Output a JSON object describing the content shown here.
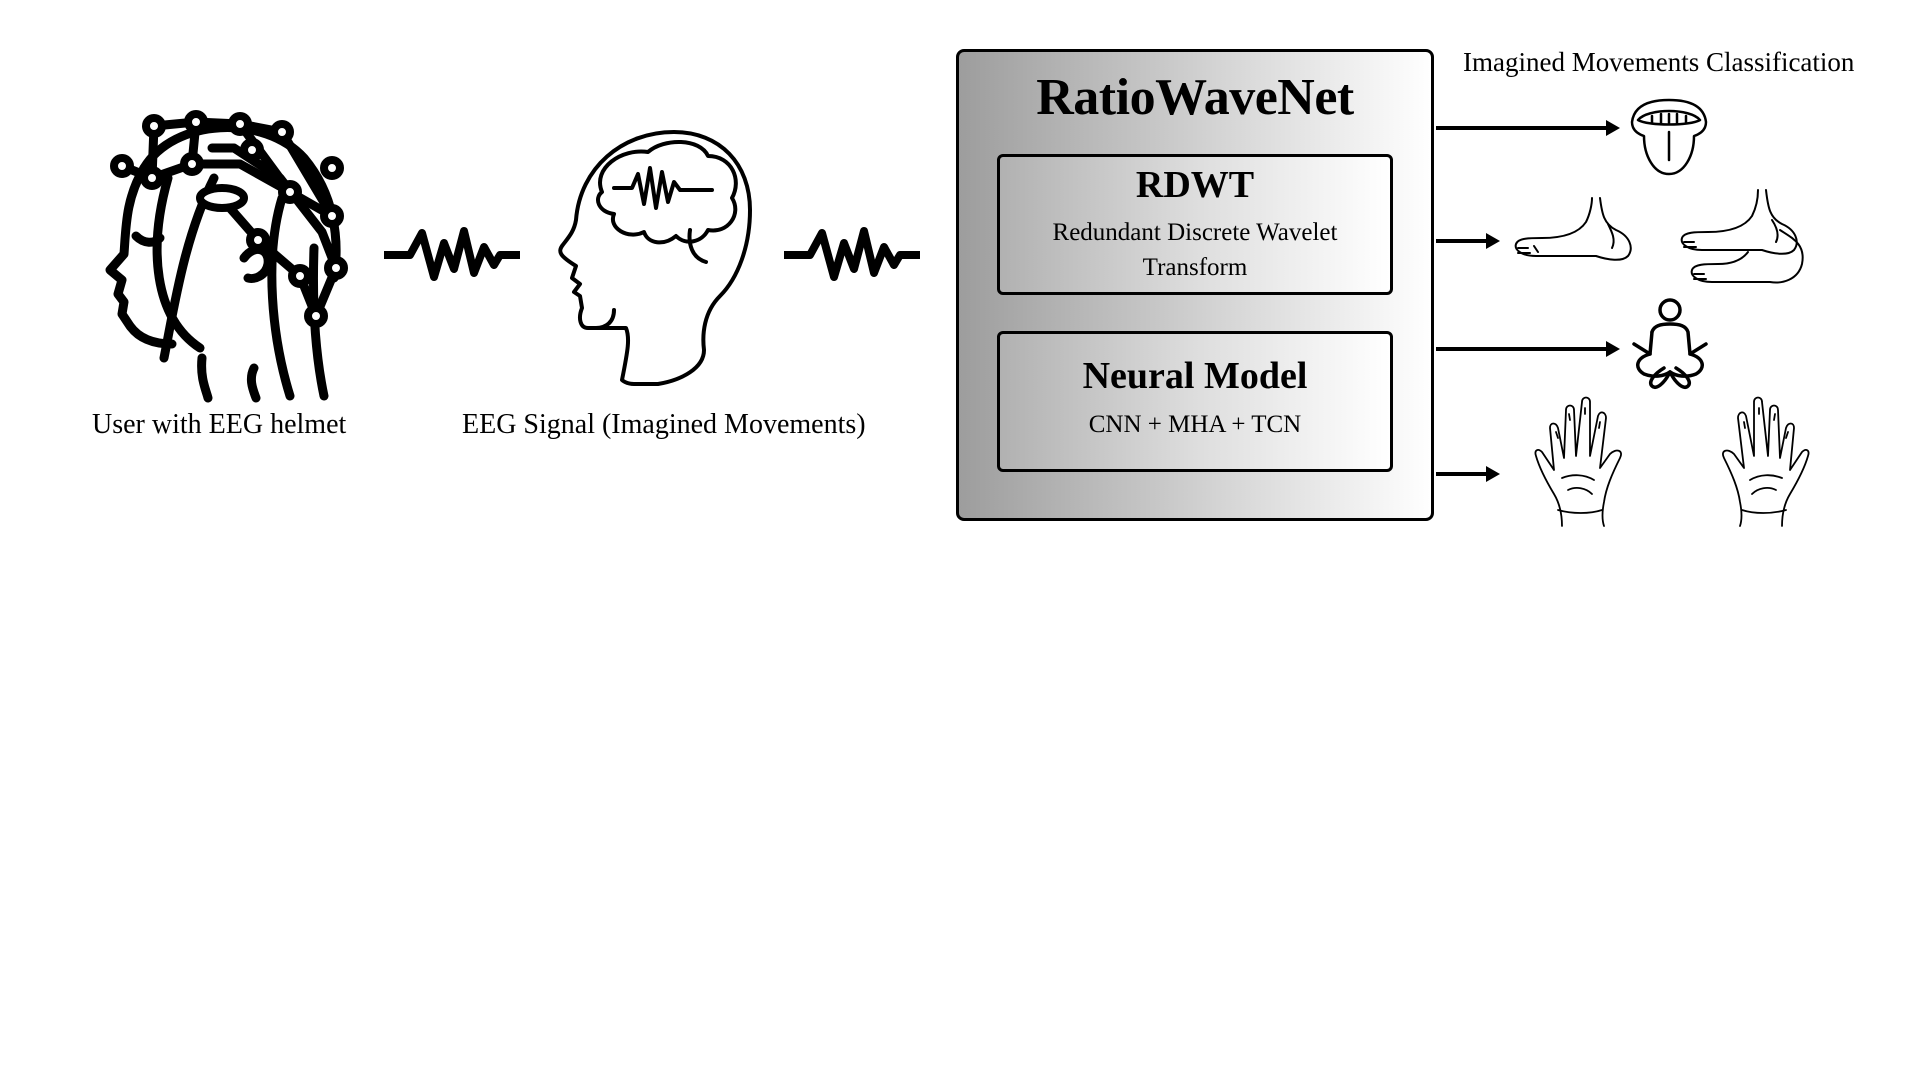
{
  "input": {
    "user_caption": "User with EEG helmet",
    "signal_caption": "EEG Signal (Imagined Movements)"
  },
  "model": {
    "title": "RatioWaveNet",
    "rdwt": {
      "title": "RDWT",
      "description_line1": "Redundant Discrete Wavelet",
      "description_line2": "Transform"
    },
    "neural": {
      "title": "Neural Model",
      "description": "CNN + MHA + TCN"
    }
  },
  "output": {
    "title": "Imagined Movements Classification",
    "classes": [
      {
        "icon": "tongue-icon"
      },
      {
        "icon": "feet-icon"
      },
      {
        "icon": "meditation-icon"
      },
      {
        "icon": "hands-icon"
      }
    ]
  }
}
